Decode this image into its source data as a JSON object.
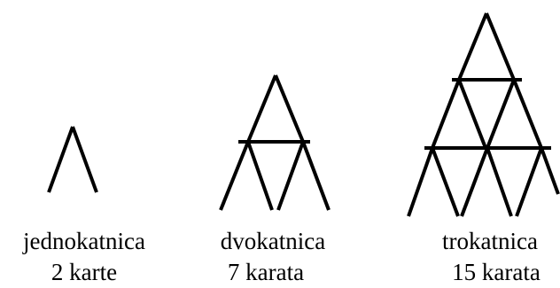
{
  "houses": [
    {
      "name": "jednokatnica",
      "count": "2 karte"
    },
    {
      "name": "dvokatnica",
      "count": "7 karata"
    },
    {
      "name": "trokatnica",
      "count": "15 karata"
    }
  ],
  "colors": {
    "line": "#000000",
    "background": "#ffffff"
  }
}
